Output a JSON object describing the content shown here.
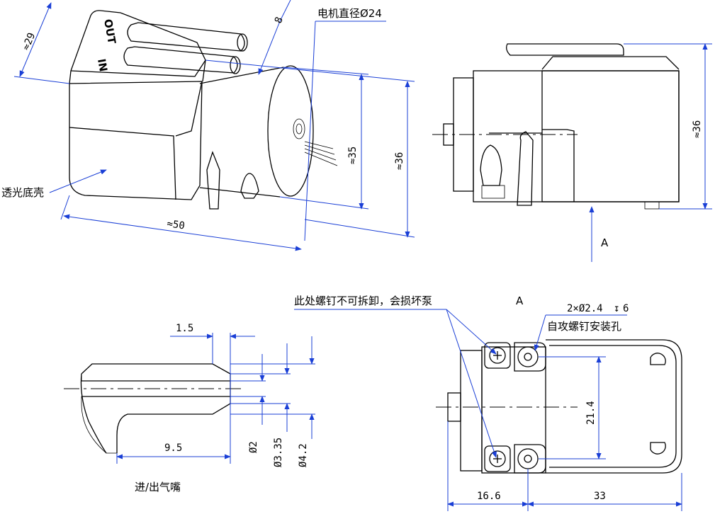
{
  "labels": {
    "motor_diameter": "电机直径Ø24",
    "transparent_base": "透光底壳",
    "screw_warning": "此处螺钉不可拆卸，会损坏泵",
    "self_tapping_holes": "自攻螺钉安装孔",
    "hole_spec": "2×Ø2.4",
    "hole_depth": "6",
    "nozzle": "进/出气嘴",
    "view_a_arrow": "A",
    "view_a_title": "A",
    "port_in": "IN",
    "port_out": "OUT"
  },
  "dimensions": {
    "iso_29": "≈29",
    "iso_8": "8",
    "iso_35": "≈35",
    "iso_36": "≈36",
    "iso_50": "≈50",
    "side_36": "≈36",
    "n_1_5": "1.5",
    "n_9_5": "9.5",
    "n_d2": "Ø2",
    "n_d3_35": "Ø3.35",
    "n_d4_2": "Ø4.2",
    "b_21_4": "21.4",
    "b_16_6": "16.6",
    "b_33": "33"
  }
}
